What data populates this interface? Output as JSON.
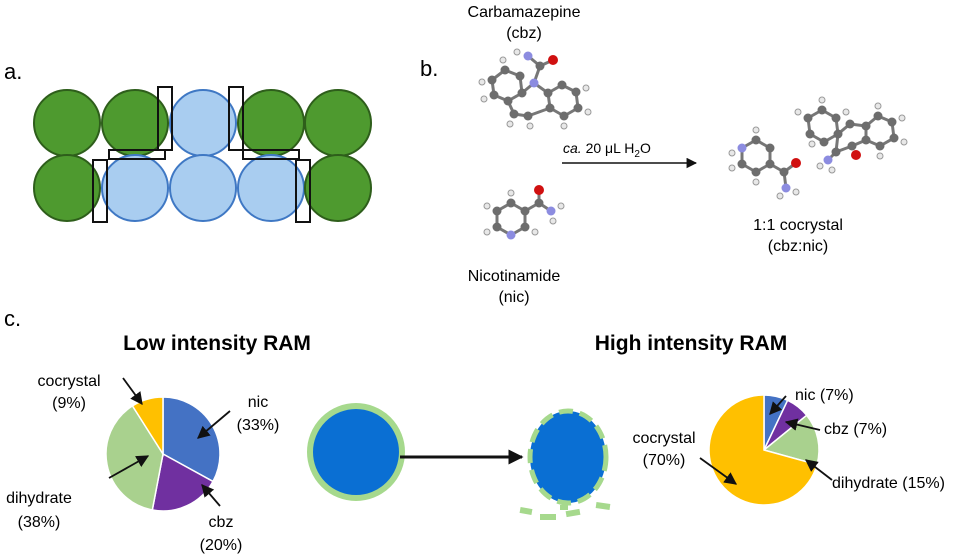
{
  "panels": {
    "a": {
      "label": "a."
    },
    "b": {
      "label": "b.",
      "reactant1": {
        "name": "Carbamazepine",
        "abbr": "(cbz)"
      },
      "reactant2": {
        "name": "Nicotinamide",
        "abbr": "(nic)"
      },
      "conditions": {
        "prefix": "ca.",
        "amount": "20 μL H",
        "subscript": "2",
        "suffix": "O"
      },
      "product": {
        "name": "1:1 cocrystal",
        "abbr": "(cbz:nic)"
      }
    },
    "c": {
      "label": "c.",
      "low_title": "Low intensity RAM",
      "high_title": "High intensity RAM"
    }
  },
  "colors": {
    "green_dark": "#4e9a2f",
    "light_blue": "#a9cdf0",
    "blue": "#0a6fd3",
    "light_green": "#a6d98d",
    "nic": "#4472c4",
    "cbz": "#7030a0",
    "dihydrate": "#a9d18e",
    "cocrystal": "#ffc000"
  },
  "chart_data": [
    {
      "type": "pie",
      "title": "Low intensity RAM",
      "slices": [
        {
          "name": "nic",
          "value": 33,
          "label": "nic",
          "pct": "(33%)",
          "color": "#4472c4"
        },
        {
          "name": "cbz",
          "value": 20,
          "label": "cbz",
          "pct": "(20%)",
          "color": "#7030a0"
        },
        {
          "name": "dihydrate",
          "value": 38,
          "label": "dihydrate",
          "pct": "(38%)",
          "color": "#a9d18e"
        },
        {
          "name": "cocrystal",
          "value": 9,
          "label": "cocrystal",
          "pct": "(9%)",
          "color": "#ffc000"
        }
      ]
    },
    {
      "type": "pie",
      "title": "High intensity RAM",
      "slices": [
        {
          "name": "nic",
          "value": 7,
          "label": "nic (7%)",
          "color": "#4472c4"
        },
        {
          "name": "cbz",
          "value": 7,
          "label": "cbz (7%)",
          "color": "#7030a0"
        },
        {
          "name": "dihydrate",
          "value": 15,
          "label": "dihydrate (15%)",
          "color": "#a9d18e"
        },
        {
          "name": "cocrystal",
          "value": 70,
          "label": "cocrystal",
          "pct": "(70%)",
          "color": "#ffc000"
        }
      ]
    }
  ]
}
